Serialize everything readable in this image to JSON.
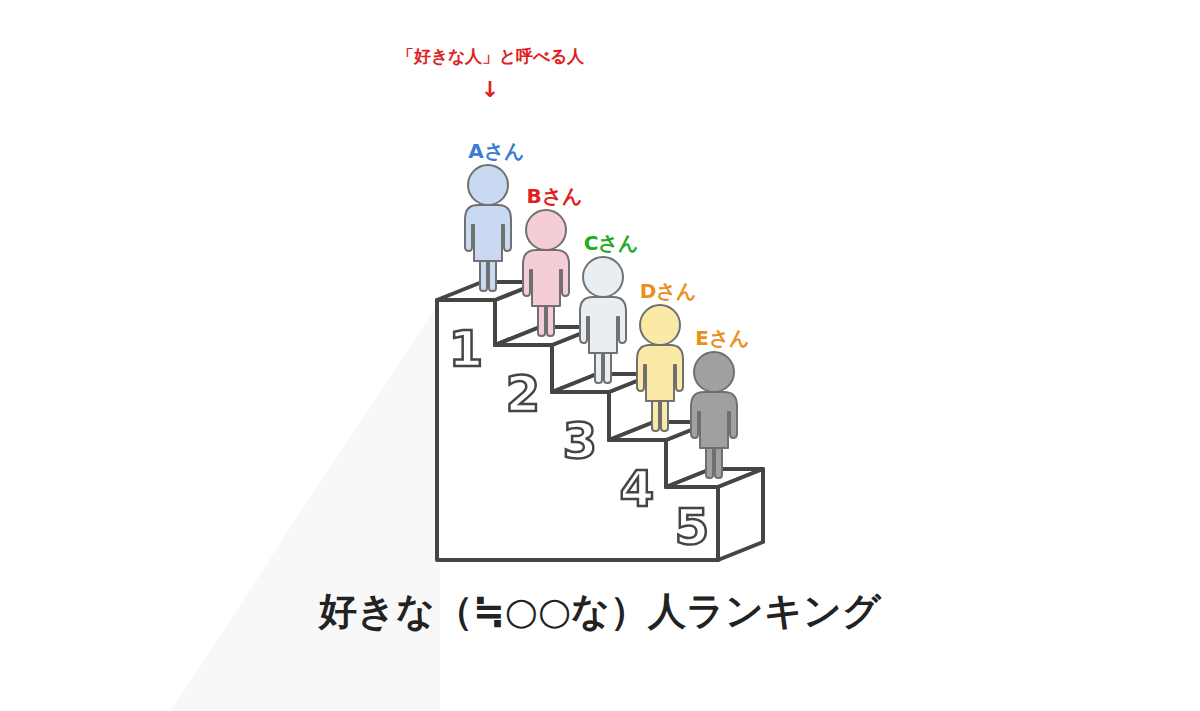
{
  "diagram": {
    "title": "好きな（≒○○な）人ランキング",
    "labels": [
      "「好きな人」と呼べる人",
      "↓",
      "Aさん",
      "Bさん",
      "Cさん",
      "Dさん",
      "Eさん",
      "1",
      "2",
      "3",
      "4",
      "5"
    ]
  }
}
